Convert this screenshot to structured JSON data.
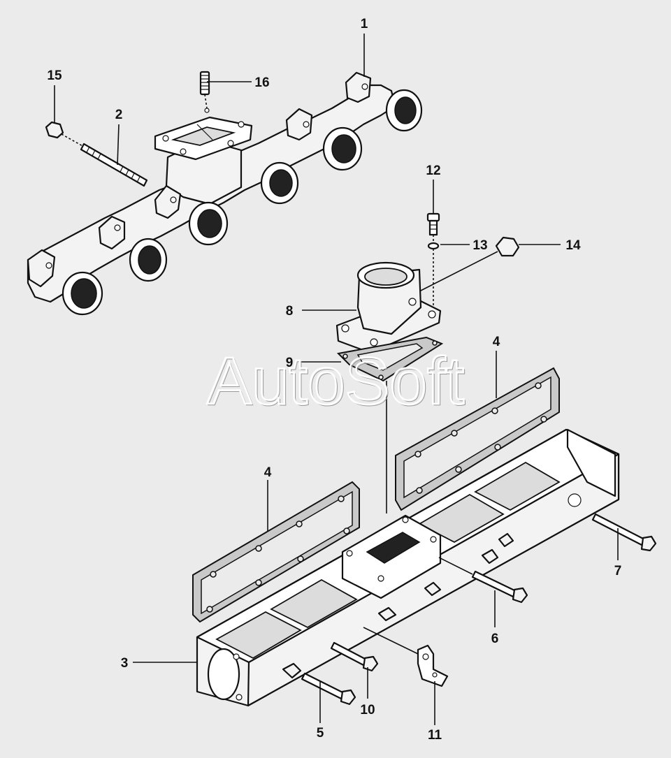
{
  "watermark": "AutoSoft",
  "callouts": {
    "c1": "1",
    "c2": "2",
    "c3": "3",
    "c4a": "4",
    "c4b": "4",
    "c5": "5",
    "c6": "6",
    "c7": "7",
    "c8": "8",
    "c9": "9",
    "c10": "10",
    "c11": "11",
    "c12": "12",
    "c13": "13",
    "c14": "14",
    "c15": "15",
    "c16": "16"
  },
  "colors": {
    "background": "#ebebeb",
    "line": "#111111",
    "part": "#f3f3f3",
    "gasket": "#c9c9c9"
  }
}
